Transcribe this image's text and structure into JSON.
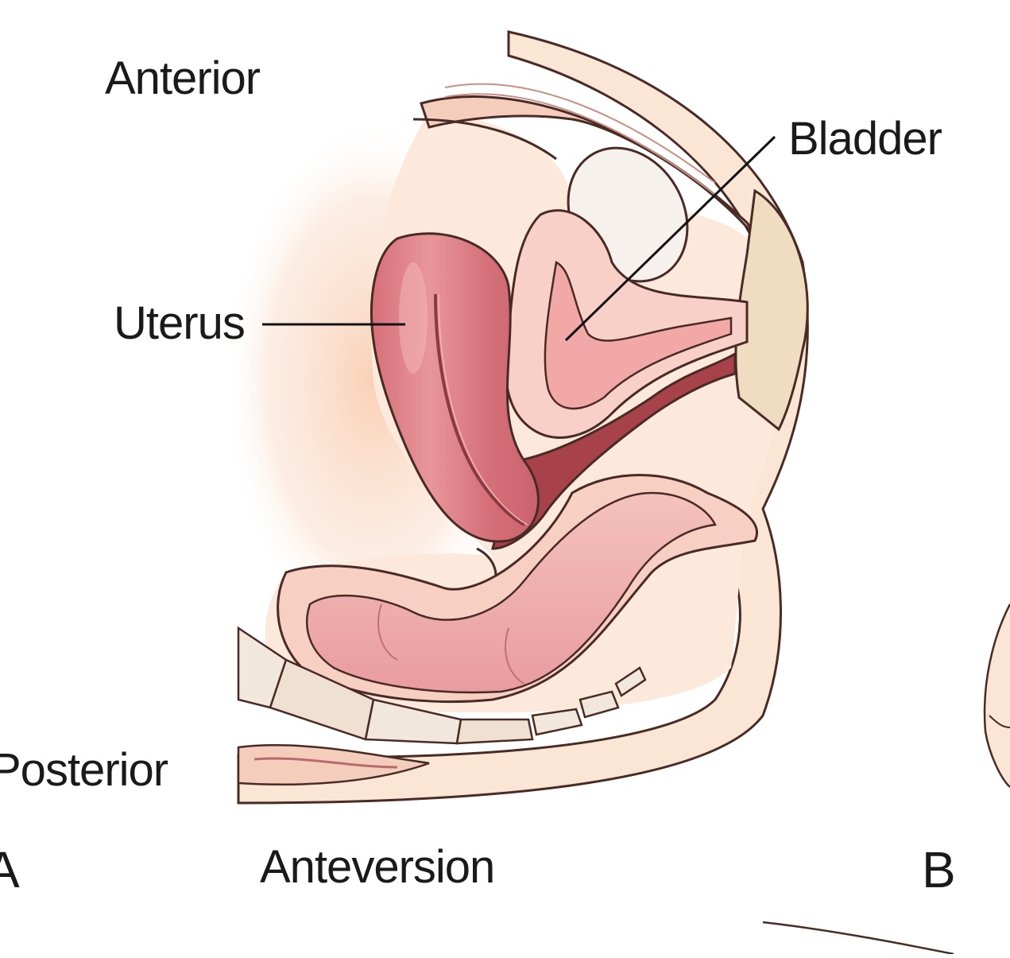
{
  "labels": {
    "anterior": "Anterior",
    "bladder": "Bladder",
    "uterus": "Uterus",
    "posterior": "Posterior",
    "panel_a": "A",
    "anteversion": "Anteversion",
    "panel_b": "B"
  },
  "colors": {
    "tissue_base": "#fbe6d6",
    "soft_glow": "#f9d3bb",
    "uterus": "#d9777e",
    "uterus_light": "#f0a9aa",
    "bladder_inner": "#f5b7b4",
    "bladder_wall": "#f8d0c8",
    "cavity_dark": "#a7414a",
    "bowel": "#f0b3b0",
    "bowel_wall": "#f7cfc3",
    "bone": "#f2e7dc",
    "pubic_bone": "#f0dcc0",
    "outline": "#4a2a25"
  }
}
